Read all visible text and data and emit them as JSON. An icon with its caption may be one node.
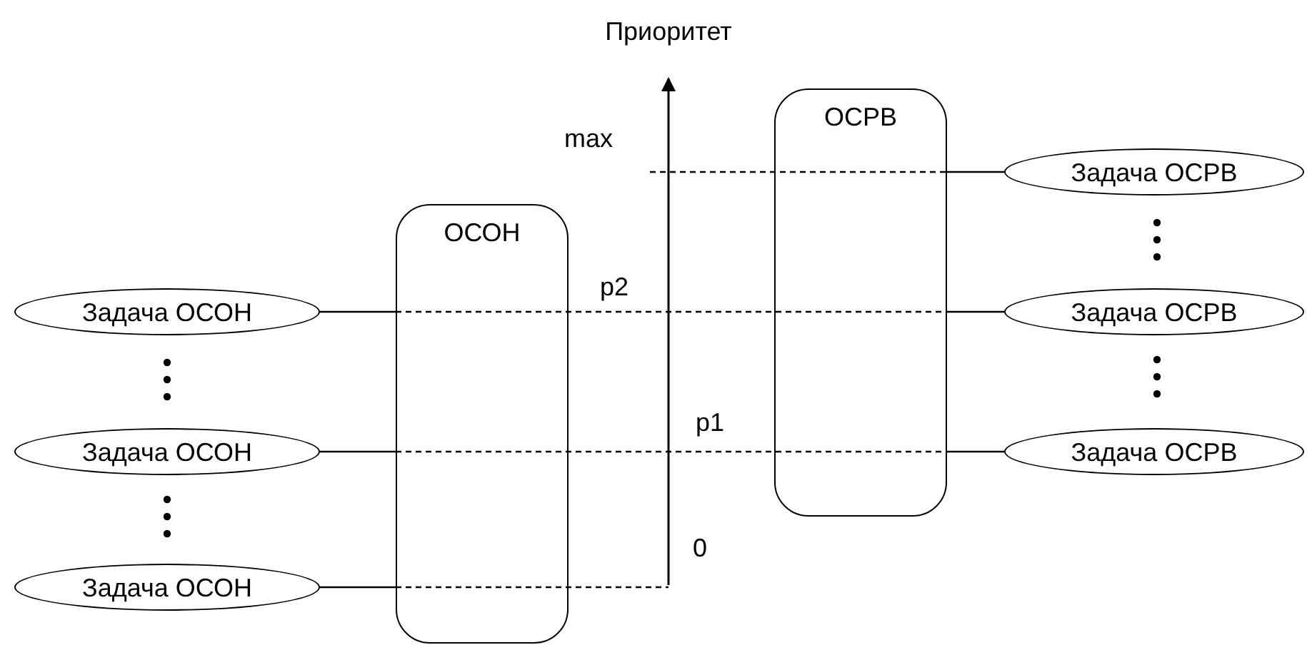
{
  "diagram": {
    "nodes": [
      {
        "text": [
          "ОСОН"
        ]
      },
      {
        "text": [
          "ОСРВ"
        ]
      },
      {
        "text": [
          "Задача ОСОН"
        ]
      },
      {
        "text": [
          "Задача ОСОН"
        ]
      },
      {
        "text": [
          "Задача ОСОН"
        ]
      },
      {
        "text": [
          "Задача ОСРВ"
        ]
      },
      {
        "text": [
          "Задача ОСРВ"
        ]
      },
      {
        "text": [
          "Задача ОСРВ"
        ]
      }
    ],
    "edges": [
      {
        "from": 2,
        "to": 0,
        "arrow": "none"
      },
      {
        "from": 3,
        "to": 0,
        "arrow": "none"
      },
      {
        "from": 4,
        "to": 0,
        "arrow": "none"
      },
      {
        "from": 5,
        "to": 1,
        "arrow": "none"
      },
      {
        "from": 6,
        "to": 1,
        "arrow": "none"
      },
      {
        "from": 7,
        "to": 1,
        "arrow": "none"
      }
    ],
    "labels": [
      "Приоритет",
      "max",
      "p2",
      "p1",
      "0"
    ]
  }
}
